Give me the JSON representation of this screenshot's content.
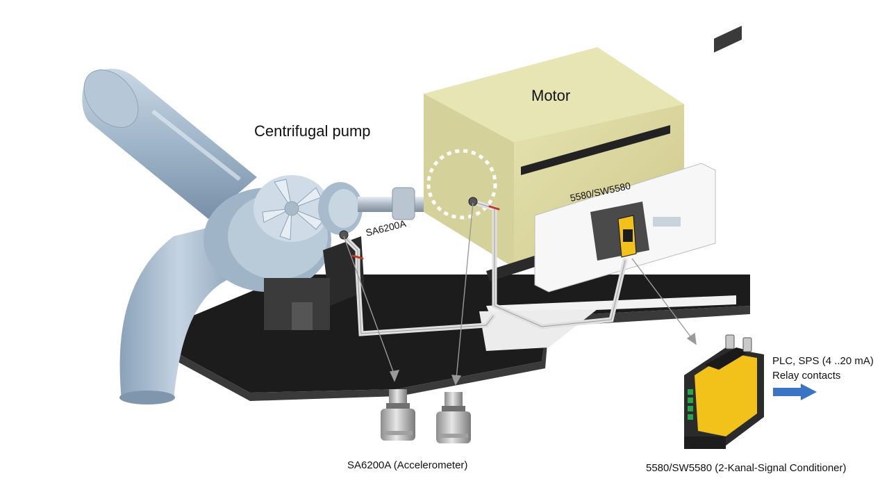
{
  "labels": {
    "motor": "Motor",
    "pump": "Centrifugal pump",
    "sensor_tag": "SA6200A",
    "conditioner_tag": "5580/SW5580",
    "outputs_line1": "PLC, SPS (4 ..20 mA)",
    "outputs_line2": "Relay contacts",
    "accelerometer_caption": "SA6200A (Accelerometer)",
    "conditioner_caption": "5580/SW5580 (2-Kanal-Signal Conditioner)"
  },
  "colors": {
    "motor_body": "#d9d59a",
    "motor_top": "#e9e6b6",
    "pump_blue": "#a8bfd3",
    "base_black": "#1c1c1c",
    "conditioner_yellow": "#f2c21b",
    "arrow_blue": "#3b74c4",
    "leader_gray": "#9a9a9a"
  },
  "icons": {
    "output_arrow": "arrow-right-icon"
  }
}
